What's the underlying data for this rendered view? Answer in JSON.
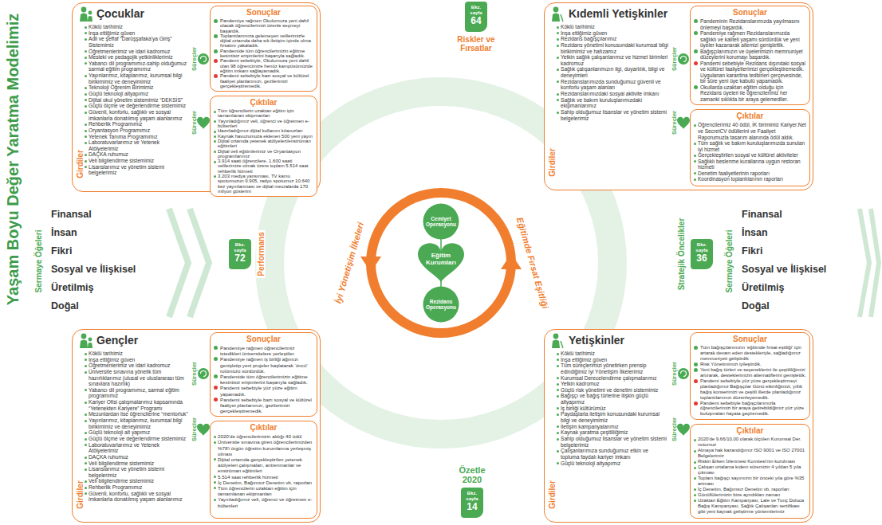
{
  "diagram": {
    "title": "Yaşam Boyu Değer Yaratma Modelimiz",
    "nodes": [
      {
        "text": [
          "Çocuklar"
        ]
      },
      {
        "text": [
          "Girdiler",
          "Köklü tarihimiz",
          "İnşa ettiğimiz güven",
          "Adil ve şeffaf “Darüşşafaka'ya Giriş” Sistemimiz",
          "Öğretmenlerimiz ve idari kadromuz",
          "Mesleki ve pedagojik yetkinliklerimiz",
          "Yabancı dil programımız-sahip olduğumuz sarmal eğitim programımız",
          "Yayınlarımız, kitaplarımız, kurumsal bilgi birikimimiz ve deneyimimiz",
          "Teknoloji Öğrenim Birimimiz",
          "Güçlü teknoloji altyapımız",
          "Dijital okul yönetim sistemimiz “DEKSİS”",
          "Güçlü ölçme ve değerlendirme sistemimiz",
          "Güvenli, konforlu, sağlıklı ve sosyal imkanlarla donatılmış yaşam alanlarımız",
          "Rehberlik Programımız",
          "Oryantasyon Programımız",
          "Yetenek Tanıma Programımız",
          "Laboratuvarlarımız ve Yetenek Atölyelerimiz",
          "DAÇKA ruhumuz",
          "Veli bilgilendirme sistemimiz",
          "Lisanslarımız ve yönetim sistemi belgelerimiz"
        ],
        "in": 0
      },
      {
        "text": [
          "Sonuçlar",
          "Pandemiye rağmen Okulumuza yeni dahil olacak öğrencilerimizi özenle seçmeyi başardık.",
          "Toplantılarımıza gelemeyen velilerimizle dijital ortamda daha sık iletişim içinde olma fırsatını yakaladık.",
          "Pandemide tüm öğrencilerimizin eğitime kesintisiz erişimlerini başarıyla sağladık.",
          "Pandemi sebebiyle, Okulumuza yeni dahil olan 98 öğrencimize henüz kampüsümüzde eğitim imkanı sağlayamadık.",
          "Pandemi sebebiyle bazı sosyal ve kültürel faaliyet planlarımızı, gezilerimizi gerçekleştiremedik."
        ],
        "in": 0
      },
      {
        "text": [
          "Çıktılar",
          "Tüm öğrencilerin uzaktan eğitim için tamamlanan ekipmanları",
          "Yayınladığımız veli, öğrenci ve öğretmen e-bültenleri",
          "Hazırladığımız dijital kullanım kılavuzları",
          "Kaynak havuzumuza eklenen 500 yeni yayın",
          "Dijital ortamda yetenek atölyeleri/enstrüman eğitimleri",
          "Dijital veli eğitimlerimiz ve Oryantasyon programlarımız",
          "3.914 saati öğrencilere, 1.600 saati velilerimize olmak üzere toplam 5.514 saat rehberlik hizmeti",
          "3.203 medya yansıması, TV kamu spotumuzun 9.905, radyo spotumuz 10.640 kez yayınlanması ve dijital mecralarda 170 milyon gösterim"
        ],
        "in": 0
      },
      {
        "text": [
          "Bkz. sayfa",
          "64",
          "Riskler ve Fırsatlar"
        ]
      },
      {
        "text": [
          "Kıdemli Yetişkinler"
        ]
      },
      {
        "text": [
          "Girdiler",
          "Köklü tarihimiz",
          "İnşa ettiğimiz güven",
          "Rezidans bağışçılarımız",
          "Rezidans yönetimi konusundaki kurumsal bilgi birikimimiz ve hafızamız",
          "Yetkin sağlık çalışanlarımız ve hizmet birimleri kadromuz",
          "Sağlık çalışanlarımızın ilgi, duyarlılık, bilgi ve deneyimleri",
          "Rezidanslarımızda sunduğumuz güvenli ve konforlu yaşam alanları",
          "Rezidanslarımızdaki sosyal aktivite imkanı",
          "Sağlık ve bakım kuruluşlarımızdaki ekipmanlarımız",
          "Sahip olduğumuz lisanslar ve yönetim sistemi belgelerimiz"
        ],
        "in": 5
      },
      {
        "text": [
          "Sonuçlar",
          "Pandeminin Rezidanslarımızda yayılmasını önlemeyi başardık.",
          "Pandemiye rağmen Rezidanslarımızda sağlıklı ve kaliteli yaşamı sürdürdük ve yeni üyeler kazanarak ailemizi genişlettik.",
          "Bağışçılarımızın ve üyelerimizin memnuniyet düzeylerini korumayı başardık.",
          "Pandemi sebebiyle Rezidans dışındaki sosyal ve kültürel faaliyetlerimizi gerçekleştiremedik. Uygulanan karantina tedbirleri çerçevesinde, bir süre yeni üye kabulü yapamadık.",
          "Okullarda uzaktan eğitim olduğu için Rezidans üyeleri ile öğrencilerimiz her zamanki sıklıkta bir araya gelemediler."
        ],
        "in": 5
      },
      {
        "text": [
          "Çıktılar",
          "Öğrencilerimiz 40 ödül, İK birimimiz Kariyer.Net ve SecretCV ödüllerini ve Faaliyet Raporumuzla tasarım alanında ödül aldık.",
          "Tüm sağlık ve bakım kuruluşlarımızda sunulan iyi hizmet",
          "Gerçekleştirilen sosyal ve kültürel aktiviteler",
          "Sağlıklı beslenme kurallarına uygun restoran hizmeti",
          "Denetim faaliyetlerinin raporları",
          "Koordinasyon toplantılarının raporları"
        ],
        "in": 5
      },
      {
        "text": [
          "Bkz. sayfa",
          "72",
          "Performans"
        ]
      },
      {
        "text": [
          "Cemiyet Operasyonu"
        ]
      },
      {
        "text": [
          "Eğitim Kurumları"
        ]
      },
      {
        "text": [
          "Rezidans Operasyonu"
        ]
      },
      {
        "text": [
          "Bkz. sayfa",
          "36",
          "Stratejik Öncelikler"
        ]
      },
      {
        "text": [
          "Gençler"
        ]
      },
      {
        "text": [
          "Girdiler",
          "Köklü tarihimiz",
          "İnşa ettiğimiz güven",
          "Öğretmenlerimiz ve idari kadromuz",
          "Üniversite sınavına yönelik tüm hazırlıklarımız (ulusal ve uluslararası tüm sınavlara hazırlık)",
          "Yabancı dil programımız, sarmal eğitim programımız",
          "Kariyer Ofisi çalışmalarımız kapsamında “Yetenekten Kariyere” Programı",
          "Mezunlardan lise öğrencilerine “mentorluk”",
          "Yayınlarımız, kitaplarımız, kurumsal bilgi birikimimiz ve deneyimimiz",
          "Güçlü teknoloji alt yapımız",
          "Güçlü ölçme ve değerlendirme sistemimiz",
          "Laboratuvarlarımız ve Yetenek Atölyelerimiz",
          "DAÇKA ruhumuz",
          "Veli bilgilendirme sistemimiz",
          "Lisanslarımız ve yönetim sistemi belgelerimiz",
          "Veli bilgilendirme sistemimiz",
          "Rehberlik Programımız",
          "Güvenli, konforlu, sağlıklı ve sosyal imkanlarla donatılmış yaşam alanlarımız"
        ],
        "in": 14
      },
      {
        "text": [
          "Sonuçlar",
          "Pandemiye rağmen öğrencilerimiz istedikleri üniversitelere yerleştiler.",
          "Pandemiye rağmen iş birliği ağımızı genişletip yeni projeler başlatarak ‘öncü’ rolümüzü sürdürdük.",
          "Pandemide tüm öğrencilerimizin eğitime kesintisiz erişimlerini başarıyla sağladık.",
          "Pandemi sebebiyle yüz yüze eğitim yapamadık.",
          "Pandemi sebebiyle bazı sosyal ve kültürel faaliyet planlarımızı, gezilerimizi gerçekleştiremedik."
        ],
        "in": 14
      },
      {
        "text": [
          "Çıktılar",
          "2020'de öğrencilerimizin aldığı 40 ödül",
          "Üniversite sınavına giren öğrencilerimizden %78'i örgün öğretim kurumlarına yerleşmiş olması",
          "Dijital ortamda gerçekleştirilen yetenek atölyeleri çalışmaları, antrenmanlar ve enstrüman eğitimleri",
          "5.514 saat rehberlik hizmeti",
          "İç Denetim, Bağımsız Denetim vb. raporları",
          "Tüm öğrencilerin uzaktan eğitim için tamamlanan ekipmanları",
          "Yayınladığımız veli, öğrenci ve öğretmen e-bültenleri"
        ],
        "in": 14
      },
      {
        "text": [
          "Bkz. sayfa",
          "14",
          "Özetle 2020"
        ]
      },
      {
        "text": [
          "Yetişkinler"
        ]
      },
      {
        "text": [
          "Girdiler",
          "Köklü tarihimiz",
          "İnşa ettiğimiz güven",
          "Tüm süreçlerimizi yönetirken prensip edindiğimiz İyi Yönetişim İlkelerimiz",
          "Kurumsal Derecelendirme çalışmalarımız",
          "Yetkin kadromuz",
          "Güçlü risk yönetimi ve denetim sistemimiz",
          "Bağışçı ve bağış türlerine ilişkin güçlü altyapımız",
          "İş birliği kültürümüz",
          "Paydaşlarla iletişim konusundaki kurumsal bilgi ve deneyimimiz",
          "İletişim kampanyalarımız",
          "Kaynak yaratma çeşitliliğimiz",
          "Sahip olduğumuz lisanslar ve yönetim sistemi belgelerimiz",
          "Çalışanlarımıza sunduğumuz etkin ve topluma faydalı kariyer imkanı",
          "Güçlü teknoloji altyapımız"
        ],
        "in": 19
      },
      {
        "text": [
          "Sonuçlar",
          "Tüm bağışçılarımızın ‘eğitimde fırsat eşitliği’ için artarak devam eden destekleriyle, sağladığımız memnuniyeti geliştirdik",
          "Risk Yönetimimizi iyileştirdik.",
          "Yeni bağış türleri ve seçeneklerini ile çeşitliliğimizi artırarak, desteklerimizin alternatiflerini genişlettik.",
          "Pandemi sebebiyle yüz yüze gerçekleştirmeyi planladığımız Bağışçılar Günü etkinliğimizi, yıllık bağış konserimizi ve çeşitli illerde planladığımız toplantılarımızı düzenleyemedik.",
          "Pandemi sebebiyle bağışçılarımızla öğrencilerimizi bir araya getirebildiğimiz yüz yüze buluşmaları hayata geçiremedik."
        ],
        "in": 19
      },
      {
        "text": [
          "Çıktılar",
          "2020'de 9,66/10,00 olarak ölçülen Kurumsal Der. notumuz",
          "Almaya hak kazandığımız ISO 9001 ve ISO 27001 Belgelerimiz",
          "Riskin Erken İzlenmesi Komitesi'nin kurulması",
          "Çalışan ortalama kıdem süremizin 4 yıldan 5 yıla çıkması",
          "Toplam bağışçı sayımızın bir önceki yıla göre %35 artması",
          "İç Denetim, Bağımsız Denetim vb. raporları",
          "Gönüllülerimizin bize ayırdıkları zaman",
          "Uzaktan Eğitim Kampanyası, Lale ve Tunç Doluca Bağış Kampanyası, Sağlık Çalışanları sertifikası gibi yeni kaynak geliştirme yöntemlerimiz"
        ],
        "in": 19
      }
    ],
    "labels": [
      "Süreçler",
      "Süreçler",
      "Süreçler",
      "Süreçler",
      "Sermaye Öğeleri",
      "Finansal",
      "İnsan",
      "Fikri",
      "Sosyal ve İlişkisel",
      "Üretilmiş",
      "Doğal",
      "İyi Yönetişim İlkeleri",
      "Eğitimde Fırsat Eşitliği",
      "Sermaye Öğeleri",
      "Finansal",
      "İnsan",
      "Fikri",
      "Sosyal ve İlişkisel",
      "Üretilmiş",
      "Doğal",
      "Süreçler",
      "Süreçler",
      "Süreçler",
      "Süreçler"
    ]
  }
}
